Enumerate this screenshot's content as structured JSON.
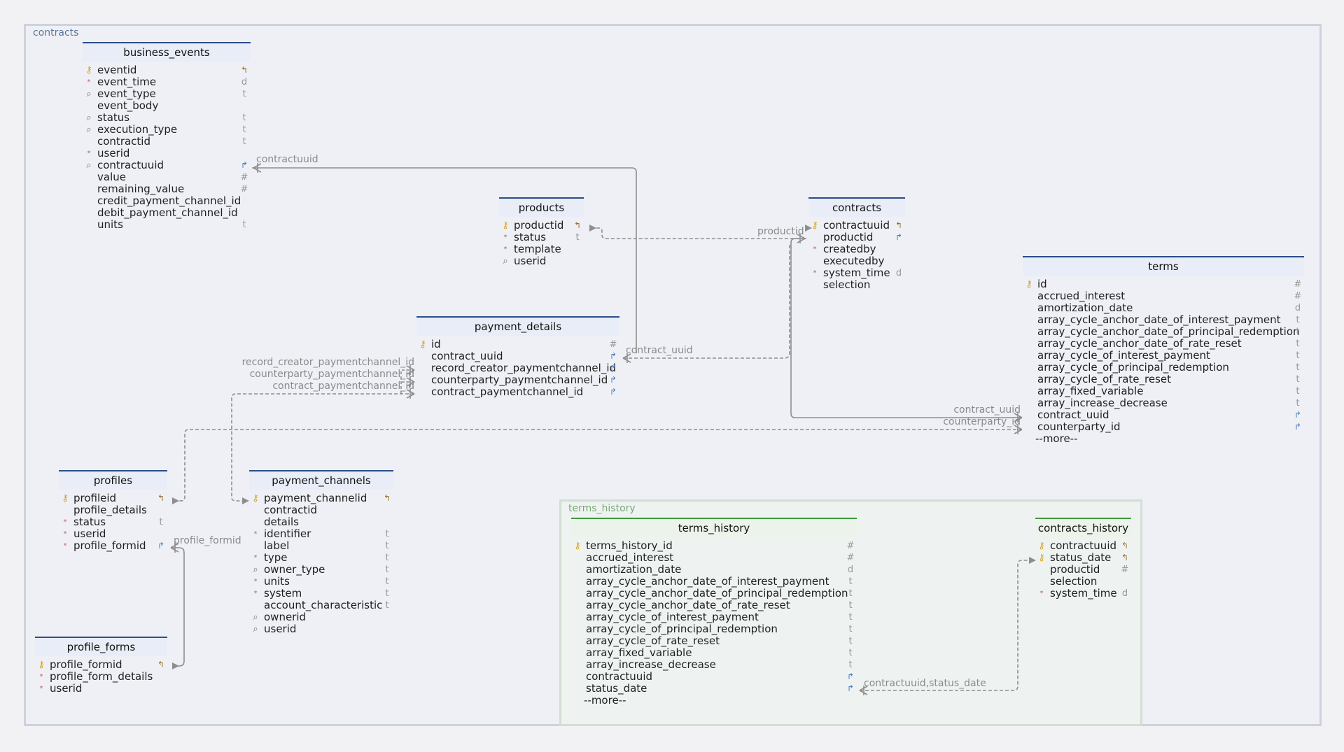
{
  "groups": [
    {
      "id": "grp-contracts",
      "label": "contracts",
      "variant": ""
    },
    {
      "id": "grp-terms-history",
      "label": "terms_history",
      "variant": "green"
    }
  ],
  "icons": {
    "pk": "key-icon",
    "idx": "magnifier-icon",
    "req": "asterisk-icon",
    "fk_ref": "arrow-return-icon",
    "fk_out": "arrow-ref-icon"
  },
  "entities": [
    {
      "id": "business_events",
      "name": "business_events",
      "columns": [
        {
          "name": "eventid",
          "icon": "pk",
          "type": "↰"
        },
        {
          "name": "event_time",
          "icon": "req",
          "type": "d"
        },
        {
          "name": "event_type",
          "icon": "idx",
          "type": "t"
        },
        {
          "name": "event_body",
          "icon": "",
          "type": ""
        },
        {
          "name": "status",
          "icon": "idx",
          "type": "t"
        },
        {
          "name": "execution_type",
          "icon": "idx",
          "type": "t"
        },
        {
          "name": "contractid",
          "icon": "",
          "type": "t"
        },
        {
          "name": "userid",
          "icon": "req",
          "type": ""
        },
        {
          "name": "contractuuid",
          "icon": "idx",
          "type": "↱"
        },
        {
          "name": "value",
          "icon": "",
          "type": "#"
        },
        {
          "name": "remaining_value",
          "icon": "",
          "type": "#"
        },
        {
          "name": "credit_payment_channel_id",
          "icon": "",
          "type": ""
        },
        {
          "name": "debit_payment_channel_id",
          "icon": "",
          "type": ""
        },
        {
          "name": "units",
          "icon": "",
          "type": "t"
        }
      ]
    },
    {
      "id": "products",
      "name": "products",
      "columns": [
        {
          "name": "productid",
          "icon": "pk",
          "type": "↰"
        },
        {
          "name": "status",
          "icon": "req",
          "type": "t"
        },
        {
          "name": "template",
          "icon": "req",
          "type": ""
        },
        {
          "name": "userid",
          "icon": "idx",
          "type": ""
        }
      ]
    },
    {
      "id": "contracts",
      "name": "contracts",
      "columns": [
        {
          "name": "contractuuid",
          "icon": "pk",
          "type": "↰"
        },
        {
          "name": "productid",
          "icon": "",
          "type": "↱"
        },
        {
          "name": "createdby",
          "icon": "req",
          "type": ""
        },
        {
          "name": "executedby",
          "icon": "",
          "type": ""
        },
        {
          "name": "system_time",
          "icon": "req",
          "type": "d"
        },
        {
          "name": "selection",
          "icon": "",
          "type": ""
        }
      ]
    },
    {
      "id": "terms",
      "name": "terms",
      "columns": [
        {
          "name": "id",
          "icon": "pk",
          "type": "#"
        },
        {
          "name": "accrued_interest",
          "icon": "",
          "type": "#"
        },
        {
          "name": "amortization_date",
          "icon": "",
          "type": "d"
        },
        {
          "name": "array_cycle_anchor_date_of_interest_payment",
          "icon": "",
          "type": "t"
        },
        {
          "name": "array_cycle_anchor_date_of_principal_redemption",
          "icon": "",
          "type": "t"
        },
        {
          "name": "array_cycle_anchor_date_of_rate_reset",
          "icon": "",
          "type": "t"
        },
        {
          "name": "array_cycle_of_interest_payment",
          "icon": "",
          "type": "t"
        },
        {
          "name": "array_cycle_of_principal_redemption",
          "icon": "",
          "type": "t"
        },
        {
          "name": "array_cycle_of_rate_reset",
          "icon": "",
          "type": "t"
        },
        {
          "name": "array_fixed_variable",
          "icon": "",
          "type": "t"
        },
        {
          "name": "array_increase_decrease",
          "icon": "",
          "type": "t"
        },
        {
          "name": "contract_uuid",
          "icon": "",
          "type": "↱"
        },
        {
          "name": "counterparty_id",
          "icon": "",
          "type": "↱"
        }
      ],
      "more": "--more--"
    },
    {
      "id": "payment_details",
      "name": "payment_details",
      "columns": [
        {
          "name": "id",
          "icon": "pk",
          "type": "#"
        },
        {
          "name": "contract_uuid",
          "icon": "",
          "type": "↱"
        },
        {
          "name": "record_creator_paymentchannel_id",
          "icon": "",
          "type": "↱"
        },
        {
          "name": "counterparty_paymentchannel_id",
          "icon": "",
          "type": "↱"
        },
        {
          "name": "contract_paymentchannel_id",
          "icon": "",
          "type": "↱"
        }
      ]
    },
    {
      "id": "profiles",
      "name": "profiles",
      "columns": [
        {
          "name": "profileid",
          "icon": "pk",
          "type": "↰"
        },
        {
          "name": "profile_details",
          "icon": "",
          "type": ""
        },
        {
          "name": "status",
          "icon": "req",
          "type": "t"
        },
        {
          "name": "userid",
          "icon": "req",
          "type": ""
        },
        {
          "name": "profile_formid",
          "icon": "req",
          "type": "↱"
        }
      ]
    },
    {
      "id": "payment_channels",
      "name": "payment_channels",
      "columns": [
        {
          "name": "payment_channelid",
          "icon": "pk",
          "type": "↰"
        },
        {
          "name": "contractid",
          "icon": "",
          "type": ""
        },
        {
          "name": "details",
          "icon": "",
          "type": ""
        },
        {
          "name": "identifier",
          "icon": "req",
          "type": "t"
        },
        {
          "name": "label",
          "icon": "",
          "type": "t"
        },
        {
          "name": "type",
          "icon": "req",
          "type": "t"
        },
        {
          "name": "owner_type",
          "icon": "idx",
          "type": "t"
        },
        {
          "name": "units",
          "icon": "req",
          "type": "t"
        },
        {
          "name": "system",
          "icon": "req",
          "type": "t"
        },
        {
          "name": "account_characteristic",
          "icon": "",
          "type": "t"
        },
        {
          "name": "ownerid",
          "icon": "idx",
          "type": ""
        },
        {
          "name": "userid",
          "icon": "idx",
          "type": ""
        }
      ]
    },
    {
      "id": "profile_forms",
      "name": "profile_forms",
      "columns": [
        {
          "name": "profile_formid",
          "icon": "pk",
          "type": "↰"
        },
        {
          "name": "profile_form_details",
          "icon": "req",
          "type": ""
        },
        {
          "name": "userid",
          "icon": "req",
          "type": ""
        }
      ]
    },
    {
      "id": "terms_history",
      "name": "terms_history",
      "variant": "green",
      "columns": [
        {
          "name": "terms_history_id",
          "icon": "pk",
          "type": "#"
        },
        {
          "name": "accrued_interest",
          "icon": "",
          "type": "#"
        },
        {
          "name": "amortization_date",
          "icon": "",
          "type": "d"
        },
        {
          "name": "array_cycle_anchor_date_of_interest_payment",
          "icon": "",
          "type": "t"
        },
        {
          "name": "array_cycle_anchor_date_of_principal_redemption",
          "icon": "",
          "type": "t"
        },
        {
          "name": "array_cycle_anchor_date_of_rate_reset",
          "icon": "",
          "type": "t"
        },
        {
          "name": "array_cycle_of_interest_payment",
          "icon": "",
          "type": "t"
        },
        {
          "name": "array_cycle_of_principal_redemption",
          "icon": "",
          "type": "t"
        },
        {
          "name": "array_cycle_of_rate_reset",
          "icon": "",
          "type": "t"
        },
        {
          "name": "array_fixed_variable",
          "icon": "",
          "type": "t"
        },
        {
          "name": "array_increase_decrease",
          "icon": "",
          "type": "t"
        },
        {
          "name": "contractuuid",
          "icon": "",
          "type": "↱"
        },
        {
          "name": "status_date",
          "icon": "",
          "type": "↱"
        }
      ],
      "more": "--more--"
    },
    {
      "id": "contracts_history",
      "name": "contracts_history",
      "variant": "green",
      "columns": [
        {
          "name": "contractuuid",
          "icon": "pk",
          "type": "↰"
        },
        {
          "name": "status_date",
          "icon": "pk",
          "type": "↰"
        },
        {
          "name": "productid",
          "icon": "",
          "type": "#"
        },
        {
          "name": "selection",
          "icon": "",
          "type": ""
        },
        {
          "name": "system_time",
          "icon": "req",
          "type": "d"
        }
      ]
    }
  ],
  "relationships": [
    {
      "id": "rel-contractuuid",
      "label": "contractuuid"
    },
    {
      "id": "rel-productid",
      "label": "productid"
    },
    {
      "id": "rel-contract-uuid-pd",
      "label": "contract_uuid"
    },
    {
      "id": "rel-record-creator",
      "label": "record_creator_paymentchannel_id"
    },
    {
      "id": "rel-counterparty-pc",
      "label": "counterparty_paymentchannel_id"
    },
    {
      "id": "rel-contract-pc",
      "label": "contract_paymentchannel_id"
    },
    {
      "id": "rel-contract-uuid-terms",
      "label": "contract_uuid"
    },
    {
      "id": "rel-counterparty-id",
      "label": "counterparty_id"
    },
    {
      "id": "rel-profile-formid",
      "label": "profile_formid"
    },
    {
      "id": "rel-terms-history",
      "label": "contractuuid,status_date"
    }
  ]
}
